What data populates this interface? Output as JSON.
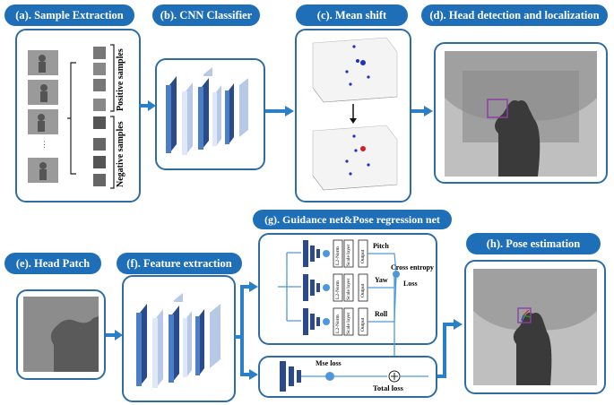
{
  "stages": {
    "a": {
      "title": "(a). Sample Extraction",
      "positive": "Positive samples",
      "negative": "Negative samples"
    },
    "b": {
      "title": "(b). CNN Classifier"
    },
    "c": {
      "title": "(c). Mean shift"
    },
    "d": {
      "title": "(d). Head detection and localization"
    },
    "e": {
      "title": "(e). Head Patch"
    },
    "f": {
      "title": "(f). Feature extraction"
    },
    "g": {
      "title": "(g). Guidance net&Pose regression net",
      "rows": [
        {
          "name": "Pitch",
          "l2": "L2-Norm",
          "scale": "Scale layer",
          "output": "Output"
        },
        {
          "name": "Yaw",
          "l2": "L2-Norm",
          "scale": "Scale layer",
          "output": "Output"
        },
        {
          "name": "Roll",
          "l2": "L2-Norm",
          "scale": "Scale layer",
          "output": "Output"
        }
      ],
      "cross_entropy": "Cross entropy",
      "loss": "Loss",
      "mse_loss": "Mse loss",
      "total_loss": "Total loss"
    },
    "h": {
      "title": "(h). Pose estimation"
    }
  },
  "colors": {
    "accent": "#1f6fb8",
    "border": "#2e6da4",
    "arrow": "#2a7fc9",
    "block_dark": "#2b4a8a",
    "block_light": "#5b8ed6",
    "circle": "#4f97dd"
  }
}
